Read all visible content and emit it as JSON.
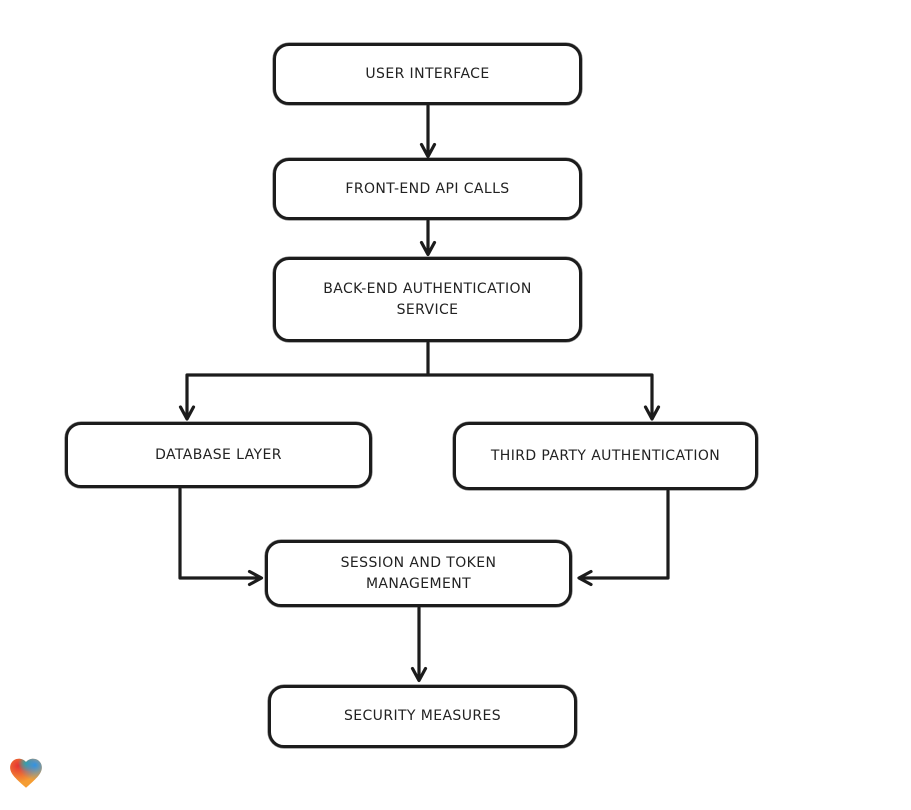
{
  "diagram": {
    "nodes": [
      {
        "id": "user-interface",
        "label": "USER INTERFACE"
      },
      {
        "id": "front-end-api-calls",
        "label": "FRONT-END API CALLS"
      },
      {
        "id": "back-end-authentication-service",
        "label": "BACK-END AUTHENTICATION\nSERVICE"
      },
      {
        "id": "database-layer",
        "label": "DATABASE LAYER"
      },
      {
        "id": "third-party-authentication",
        "label": "THIRD PARTY AUTHENTICATION"
      },
      {
        "id": "session-and-token-management",
        "label": "SESSION AND TOKEN\nMANAGEMENT"
      },
      {
        "id": "security-measures",
        "label": "SECURITY MEASURES"
      }
    ],
    "edges": [
      {
        "from": "user-interface",
        "to": "front-end-api-calls"
      },
      {
        "from": "front-end-api-calls",
        "to": "back-end-authentication-service"
      },
      {
        "from": "back-end-authentication-service",
        "to": "database-layer"
      },
      {
        "from": "back-end-authentication-service",
        "to": "third-party-authentication"
      },
      {
        "from": "database-layer",
        "to": "session-and-token-management"
      },
      {
        "from": "third-party-authentication",
        "to": "session-and-token-management"
      },
      {
        "from": "session-and-token-management",
        "to": "security-measures"
      }
    ],
    "colors": {
      "stroke": "#1c1c1c",
      "node_fill": "#ffffff",
      "background": "#ffffff"
    }
  },
  "branding": {
    "logo": "gradient-heart",
    "colors": {
      "red": "#e63232",
      "teal": "#2fae84",
      "blue": "#2e93e6",
      "orange": "#f59d33"
    }
  }
}
